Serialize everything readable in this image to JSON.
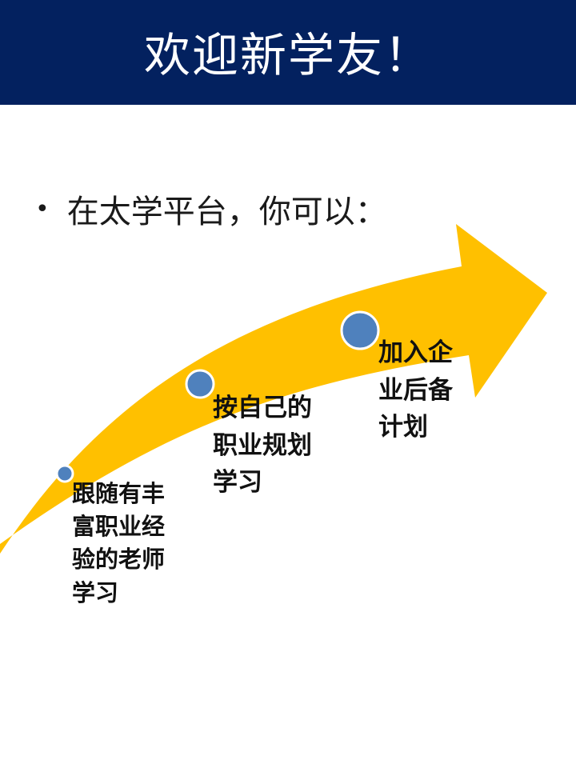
{
  "header": {
    "title": "欢迎新学友！",
    "bg_color": "#03215f"
  },
  "intro": {
    "bullet": "•",
    "text": "在太学平台，你可以："
  },
  "diagram": {
    "arrow_color": "#ffc000",
    "node_color": "#4f81bd",
    "steps": [
      {
        "label": "跟随有丰\n富职业经\n验的老师\n学习"
      },
      {
        "label": "按自己的\n职业规划\n学习"
      },
      {
        "label": "加入企\n业后备\n计划"
      }
    ]
  }
}
